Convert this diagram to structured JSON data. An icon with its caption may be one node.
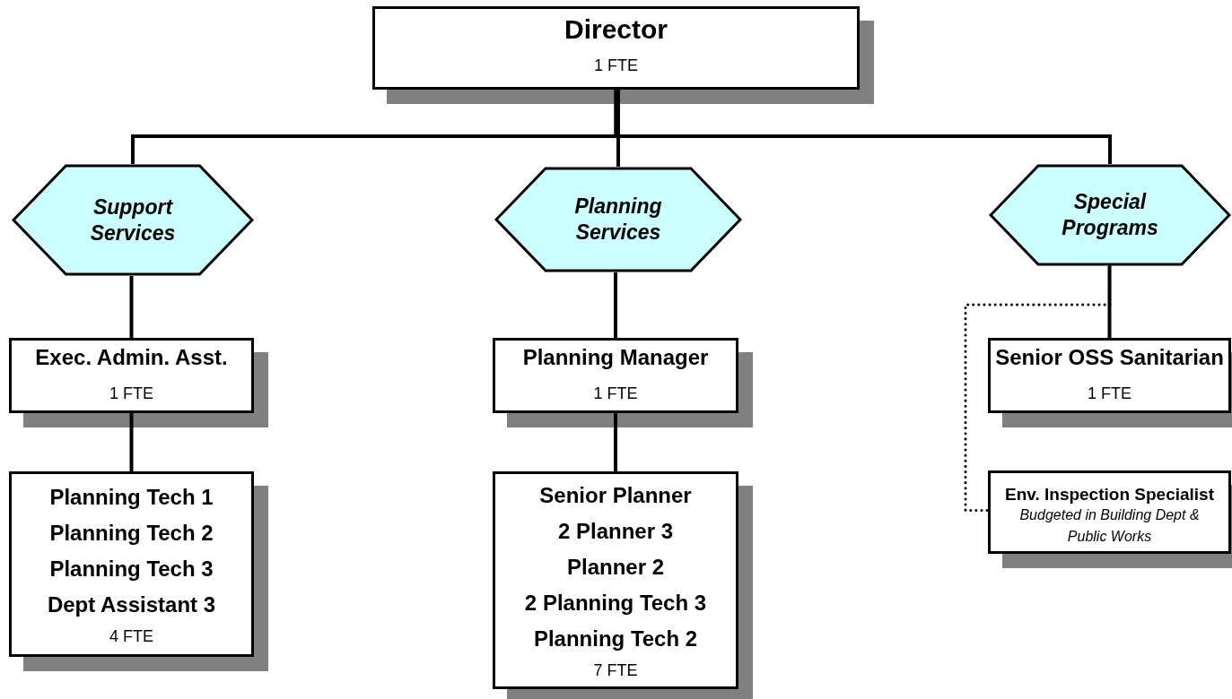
{
  "diagram": {
    "nodes": [
      {
        "text": [
          "Director",
          "1 FTE"
        ]
      },
      {
        "text": [
          "Support Services"
        ]
      },
      {
        "text": [
          "Planning Services"
        ]
      },
      {
        "text": [
          "Special Programs"
        ]
      },
      {
        "text": [
          "Exec. Admin. Asst.",
          "1 FTE"
        ]
      },
      {
        "text": [
          "Planning Tech 1",
          "Planning Tech 2",
          "Planning Tech 3",
          "Dept Assistant 3",
          "4 FTE"
        ]
      },
      {
        "text": [
          "Planning Manager",
          "1 FTE"
        ]
      },
      {
        "text": [
          "Senior Planner",
          "2 Planner 3",
          "Planner 2",
          "2 Planning Tech 3",
          "Planning Tech 2",
          "7 FTE"
        ]
      },
      {
        "text": [
          "Senior OSS Sanitarian",
          "1 FTE"
        ]
      },
      {
        "text": [
          "Env. Inspection Specialist",
          "Budgeted in Building Dept & Public Works"
        ]
      }
    ],
    "edges": [
      {
        "from": 0,
        "to": 1,
        "arrow": "none"
      },
      {
        "from": 0,
        "to": 2,
        "arrow": "none"
      },
      {
        "from": 0,
        "to": 3,
        "arrow": "none"
      },
      {
        "from": 1,
        "to": 4,
        "arrow": "none"
      },
      {
        "from": 4,
        "to": 5,
        "arrow": "none"
      },
      {
        "from": 2,
        "to": 6,
        "arrow": "none"
      },
      {
        "from": 6,
        "to": 7,
        "arrow": "none"
      },
      {
        "from": 3,
        "to": 8,
        "arrow": "none"
      },
      {
        "from": 3,
        "to": 9,
        "arrow": "none",
        "style": "dashed"
      }
    ]
  }
}
